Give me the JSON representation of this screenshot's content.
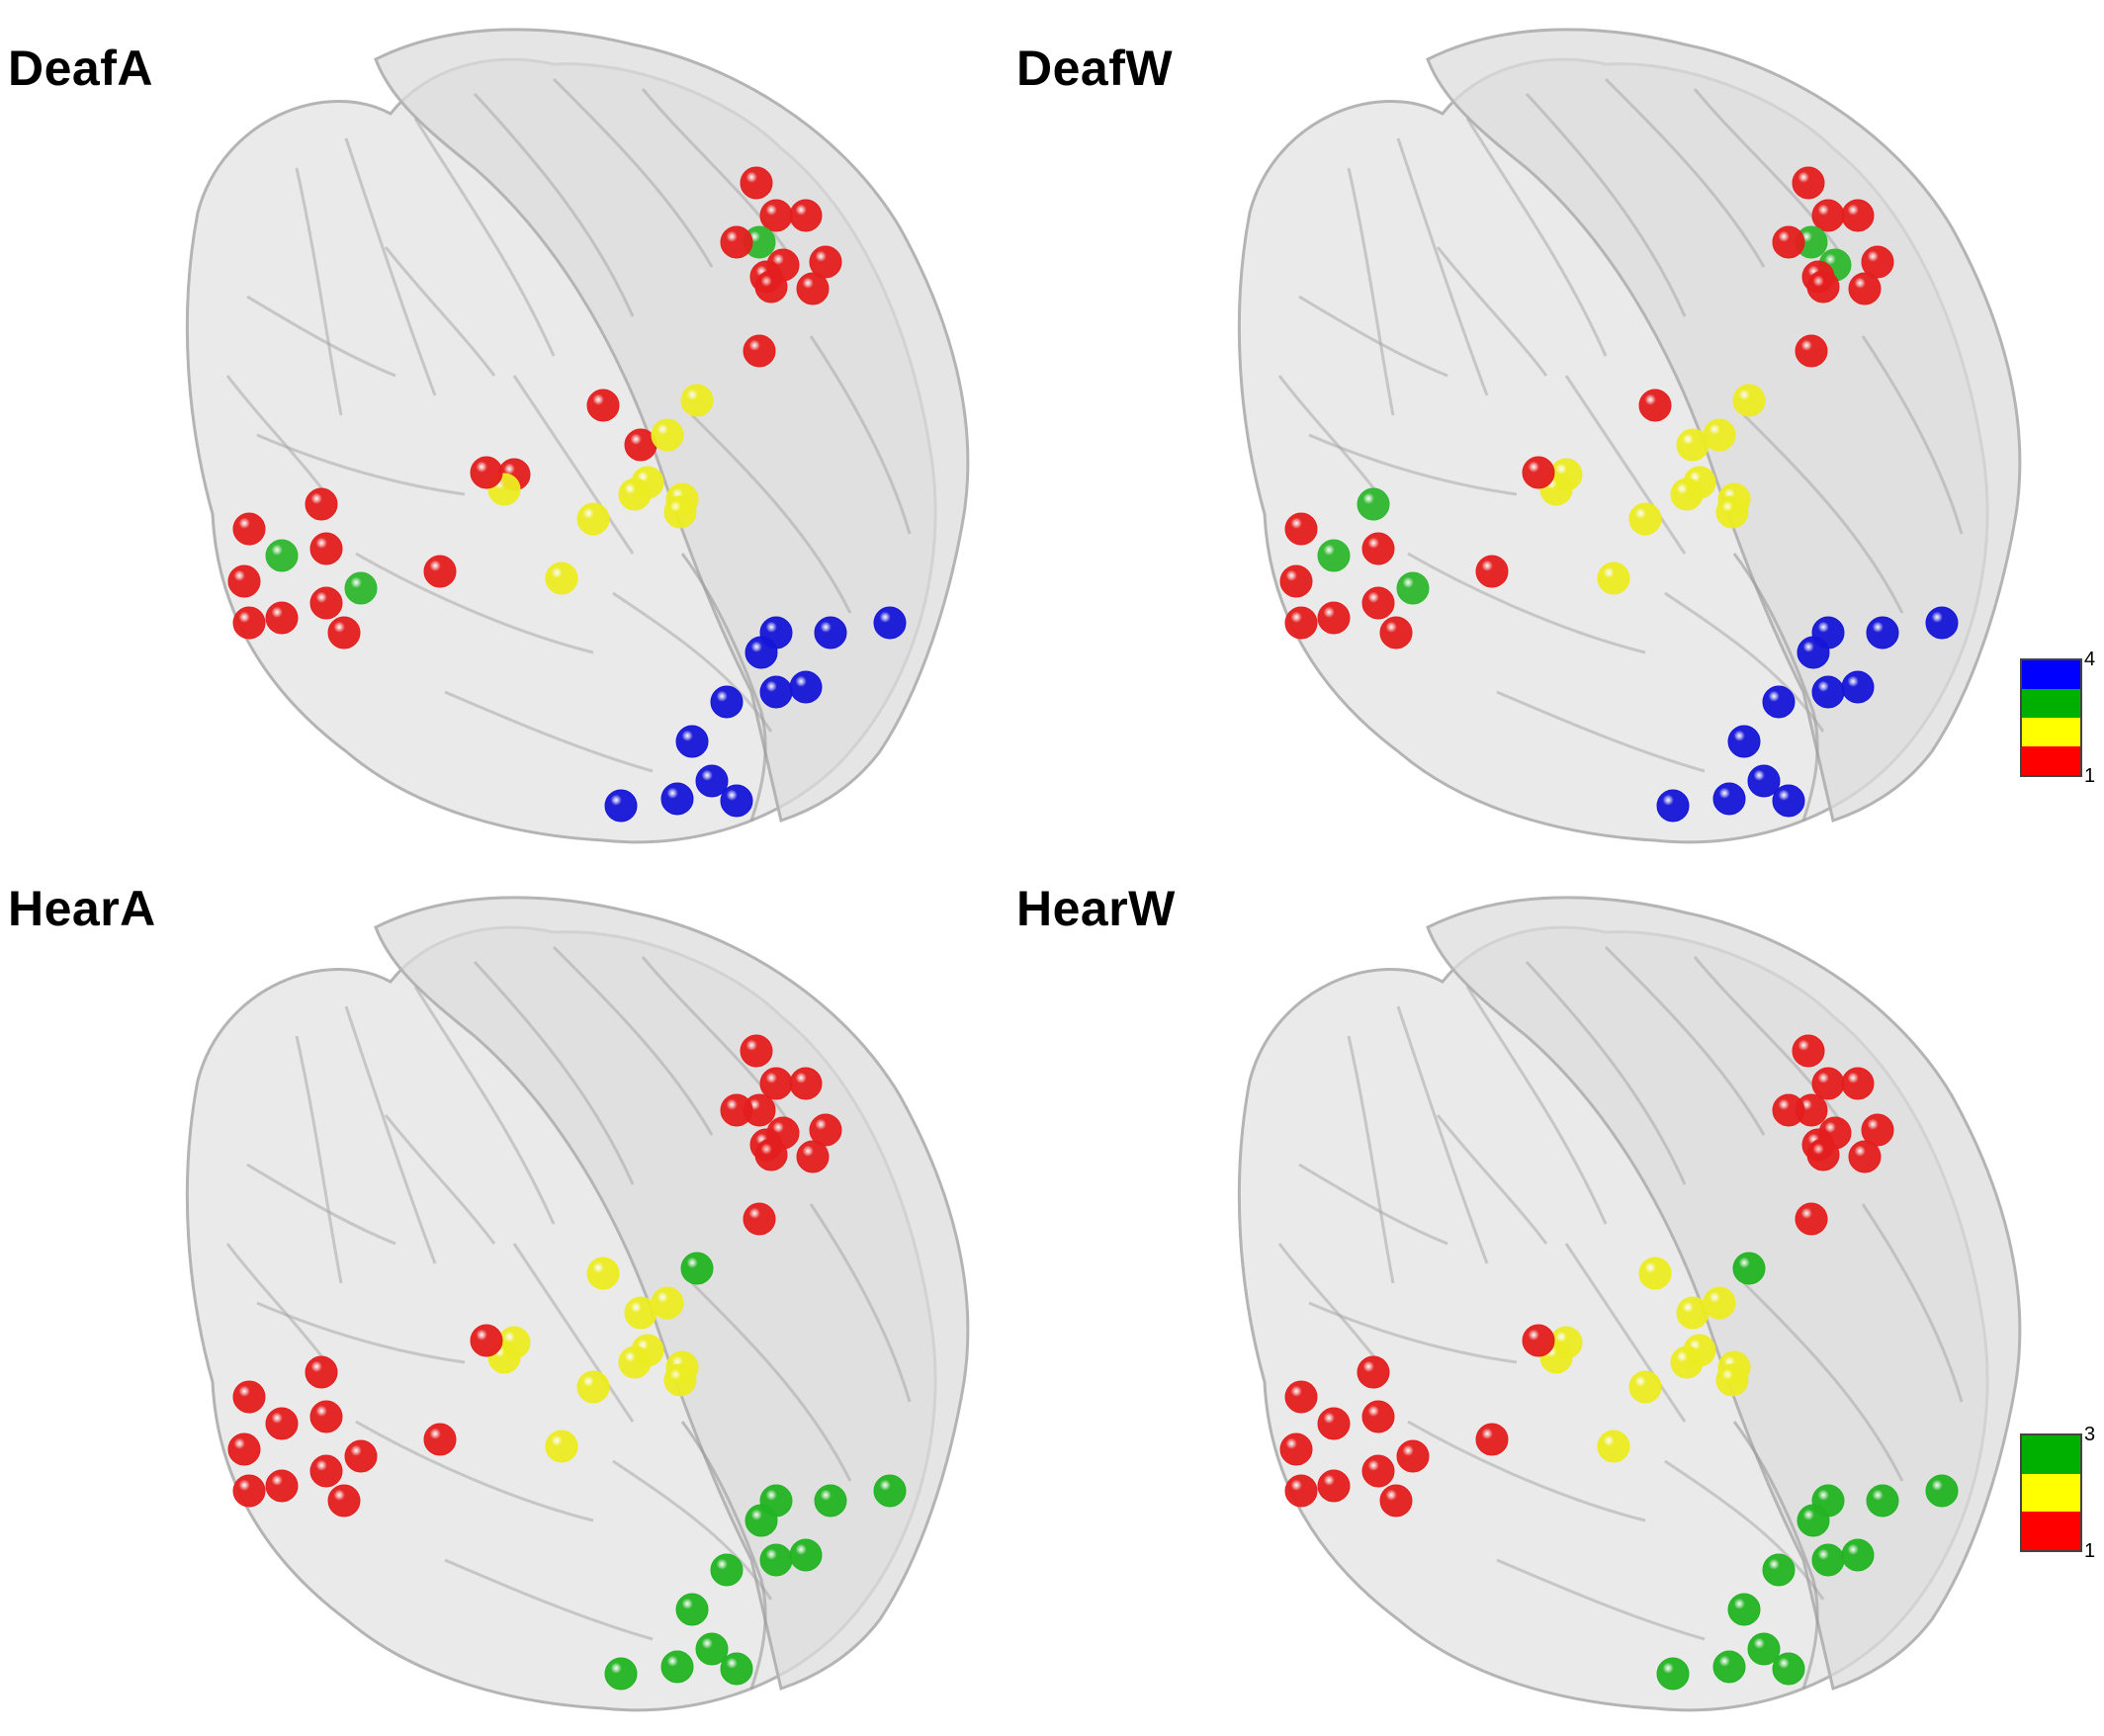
{
  "panels": [
    {
      "id": "deafa",
      "title": "DeafA",
      "scheme": "four",
      "nodes": [
        {
          "g": "frontal",
          "c": 1
        },
        {
          "g": "frontal",
          "c": 1
        },
        {
          "g": "frontal",
          "c": 3
        },
        {
          "g": "frontal",
          "c": 1
        },
        {
          "g": "frontal",
          "c": 1
        },
        {
          "g": "frontal",
          "c": 1
        },
        {
          "g": "frontal",
          "c": 1
        },
        {
          "g": "frontal",
          "c": 1
        },
        {
          "g": "frontal",
          "c": 1
        },
        {
          "g": "frontal",
          "c": 1
        },
        {
          "g": "frontal",
          "c": 1
        },
        {
          "g": "central",
          "c": 1
        },
        {
          "g": "central",
          "c": 2
        },
        {
          "g": "central",
          "c": 1
        },
        {
          "g": "central",
          "c": 2
        },
        {
          "g": "central",
          "c": 2
        },
        {
          "g": "central",
          "c": 2
        },
        {
          "g": "central",
          "c": 2
        },
        {
          "g": "central",
          "c": 2
        },
        {
          "g": "central",
          "c": 2
        },
        {
          "g": "central",
          "c": 1
        },
        {
          "g": "central",
          "c": 2
        },
        {
          "g": "central",
          "c": 1
        },
        {
          "g": "central",
          "c": 2
        },
        {
          "g": "left",
          "c": 1
        },
        {
          "g": "left",
          "c": 1
        },
        {
          "g": "left",
          "c": 3
        },
        {
          "g": "left",
          "c": 1
        },
        {
          "g": "left",
          "c": 1
        },
        {
          "g": "left",
          "c": 3
        },
        {
          "g": "left",
          "c": 1
        },
        {
          "g": "left",
          "c": 1
        },
        {
          "g": "left",
          "c": 1
        },
        {
          "g": "left",
          "c": 1
        },
        {
          "g": "left",
          "c": 1
        },
        {
          "g": "occipital",
          "c": 4
        },
        {
          "g": "occipital",
          "c": 4
        },
        {
          "g": "occipital",
          "c": 4
        },
        {
          "g": "occipital",
          "c": 4
        },
        {
          "g": "occipital",
          "c": 4
        },
        {
          "g": "occipital",
          "c": 4
        },
        {
          "g": "occipital",
          "c": 4
        },
        {
          "g": "occipital",
          "c": 4
        },
        {
          "g": "occipital",
          "c": 4
        },
        {
          "g": "occipital",
          "c": 4
        },
        {
          "g": "occipital",
          "c": 4
        },
        {
          "g": "occipital",
          "c": 4
        }
      ]
    },
    {
      "id": "deafw",
      "title": "DeafW",
      "scheme": "four",
      "nodes": [
        {
          "g": "frontal",
          "c": 1
        },
        {
          "g": "frontal",
          "c": 1
        },
        {
          "g": "frontal",
          "c": 3
        },
        {
          "g": "frontal",
          "c": 1
        },
        {
          "g": "frontal",
          "c": 1
        },
        {
          "g": "frontal",
          "c": 1
        },
        {
          "g": "frontal",
          "c": 3
        },
        {
          "g": "frontal",
          "c": 1
        },
        {
          "g": "frontal",
          "c": 1
        },
        {
          "g": "frontal",
          "c": 1
        },
        {
          "g": "frontal",
          "c": 1
        },
        {
          "g": "central",
          "c": 1
        },
        {
          "g": "central",
          "c": 2
        },
        {
          "g": "central",
          "c": 2
        },
        {
          "g": "central",
          "c": 2
        },
        {
          "g": "central",
          "c": 2
        },
        {
          "g": "central",
          "c": 2
        },
        {
          "g": "central",
          "c": 2
        },
        {
          "g": "central",
          "c": 2
        },
        {
          "g": "central",
          "c": 2
        },
        {
          "g": "central",
          "c": 2
        },
        {
          "g": "central",
          "c": 2
        },
        {
          "g": "central",
          "c": 1
        },
        {
          "g": "central",
          "c": 2
        },
        {
          "g": "left",
          "c": 1
        },
        {
          "g": "left",
          "c": 3
        },
        {
          "g": "left",
          "c": 3
        },
        {
          "g": "left",
          "c": 1
        },
        {
          "g": "left",
          "c": 1
        },
        {
          "g": "left",
          "c": 3
        },
        {
          "g": "left",
          "c": 1
        },
        {
          "g": "left",
          "c": 1
        },
        {
          "g": "left",
          "c": 1
        },
        {
          "g": "left",
          "c": 1
        },
        {
          "g": "left",
          "c": 1
        },
        {
          "g": "occipital",
          "c": 4
        },
        {
          "g": "occipital",
          "c": 4
        },
        {
          "g": "occipital",
          "c": 4
        },
        {
          "g": "occipital",
          "c": 4
        },
        {
          "g": "occipital",
          "c": 4
        },
        {
          "g": "occipital",
          "c": 4
        },
        {
          "g": "occipital",
          "c": 4
        },
        {
          "g": "occipital",
          "c": 4
        },
        {
          "g": "occipital",
          "c": 4
        },
        {
          "g": "occipital",
          "c": 4
        },
        {
          "g": "occipital",
          "c": 4
        },
        {
          "g": "occipital",
          "c": 4
        }
      ]
    },
    {
      "id": "heara",
      "title": "HearA",
      "scheme": "three",
      "nodes": [
        {
          "g": "frontal",
          "c": 1
        },
        {
          "g": "frontal",
          "c": 1
        },
        {
          "g": "frontal",
          "c": 1
        },
        {
          "g": "frontal",
          "c": 1
        },
        {
          "g": "frontal",
          "c": 1
        },
        {
          "g": "frontal",
          "c": 1
        },
        {
          "g": "frontal",
          "c": 1
        },
        {
          "g": "frontal",
          "c": 1
        },
        {
          "g": "frontal",
          "c": 1
        },
        {
          "g": "frontal",
          "c": 1
        },
        {
          "g": "frontal",
          "c": 1
        },
        {
          "g": "central",
          "c": 2
        },
        {
          "g": "central",
          "c": 3
        },
        {
          "g": "central",
          "c": 2
        },
        {
          "g": "central",
          "c": 2
        },
        {
          "g": "central",
          "c": 2
        },
        {
          "g": "central",
          "c": 2
        },
        {
          "g": "central",
          "c": 2
        },
        {
          "g": "central",
          "c": 2
        },
        {
          "g": "central",
          "c": 2
        },
        {
          "g": "central",
          "c": 2
        },
        {
          "g": "central",
          "c": 2
        },
        {
          "g": "central",
          "c": 1
        },
        {
          "g": "central",
          "c": 2
        },
        {
          "g": "left",
          "c": 1
        },
        {
          "g": "left",
          "c": 1
        },
        {
          "g": "left",
          "c": 1
        },
        {
          "g": "left",
          "c": 1
        },
        {
          "g": "left",
          "c": 1
        },
        {
          "g": "left",
          "c": 1
        },
        {
          "g": "left",
          "c": 1
        },
        {
          "g": "left",
          "c": 1
        },
        {
          "g": "left",
          "c": 1
        },
        {
          "g": "left",
          "c": 1
        },
        {
          "g": "left",
          "c": 1
        },
        {
          "g": "occipital",
          "c": 3
        },
        {
          "g": "occipital",
          "c": 3
        },
        {
          "g": "occipital",
          "c": 3
        },
        {
          "g": "occipital",
          "c": 3
        },
        {
          "g": "occipital",
          "c": 3
        },
        {
          "g": "occipital",
          "c": 3
        },
        {
          "g": "occipital",
          "c": 3
        },
        {
          "g": "occipital",
          "c": 3
        },
        {
          "g": "occipital",
          "c": 3
        },
        {
          "g": "occipital",
          "c": 3
        },
        {
          "g": "occipital",
          "c": 3
        },
        {
          "g": "occipital",
          "c": 3
        }
      ]
    },
    {
      "id": "hearw",
      "title": "HearW",
      "scheme": "three",
      "nodes": [
        {
          "g": "frontal",
          "c": 1
        },
        {
          "g": "frontal",
          "c": 1
        },
        {
          "g": "frontal",
          "c": 1
        },
        {
          "g": "frontal",
          "c": 1
        },
        {
          "g": "frontal",
          "c": 1
        },
        {
          "g": "frontal",
          "c": 1
        },
        {
          "g": "frontal",
          "c": 1
        },
        {
          "g": "frontal",
          "c": 1
        },
        {
          "g": "frontal",
          "c": 1
        },
        {
          "g": "frontal",
          "c": 1
        },
        {
          "g": "frontal",
          "c": 1
        },
        {
          "g": "central",
          "c": 2
        },
        {
          "g": "central",
          "c": 3
        },
        {
          "g": "central",
          "c": 2
        },
        {
          "g": "central",
          "c": 2
        },
        {
          "g": "central",
          "c": 2
        },
        {
          "g": "central",
          "c": 2
        },
        {
          "g": "central",
          "c": 2
        },
        {
          "g": "central",
          "c": 2
        },
        {
          "g": "central",
          "c": 2
        },
        {
          "g": "central",
          "c": 2
        },
        {
          "g": "central",
          "c": 2
        },
        {
          "g": "central",
          "c": 1
        },
        {
          "g": "central",
          "c": 2
        },
        {
          "g": "left",
          "c": 1
        },
        {
          "g": "left",
          "c": 1
        },
        {
          "g": "left",
          "c": 1
        },
        {
          "g": "left",
          "c": 1
        },
        {
          "g": "left",
          "c": 1
        },
        {
          "g": "left",
          "c": 1
        },
        {
          "g": "left",
          "c": 1
        },
        {
          "g": "left",
          "c": 1
        },
        {
          "g": "left",
          "c": 1
        },
        {
          "g": "left",
          "c": 1
        },
        {
          "g": "left",
          "c": 1
        },
        {
          "g": "occipital",
          "c": 3
        },
        {
          "g": "occipital",
          "c": 3
        },
        {
          "g": "occipital",
          "c": 3
        },
        {
          "g": "occipital",
          "c": 3
        },
        {
          "g": "occipital",
          "c": 3
        },
        {
          "g": "occipital",
          "c": 3
        },
        {
          "g": "occipital",
          "c": 3
        },
        {
          "g": "occipital",
          "c": 3
        },
        {
          "g": "occipital",
          "c": 3
        },
        {
          "g": "occipital",
          "c": 3
        },
        {
          "g": "occipital",
          "c": 3
        },
        {
          "g": "occipital",
          "c": 3
        }
      ]
    }
  ],
  "colorbars": [
    {
      "id": "colorbar-four",
      "min_label": "1",
      "max_label": "4",
      "colors": [
        "#ff0000",
        "#ffff00",
        "#00b000",
        "#0000ff"
      ]
    },
    {
      "id": "colorbar-three",
      "min_label": "1",
      "max_label": "3",
      "colors": [
        "#ff0000",
        "#ffff00",
        "#00b000"
      ]
    }
  ],
  "module_colors": {
    "four": {
      "1": "#e41e1e",
      "2": "#ecec22",
      "3": "#2fb82f",
      "4": "#1515d8"
    },
    "three": {
      "1": "#e41e1e",
      "2": "#ecec22",
      "3": "#22b422"
    }
  },
  "brain_fill": "#e6e6e6",
  "brain_stroke": "#b4b4b4"
}
